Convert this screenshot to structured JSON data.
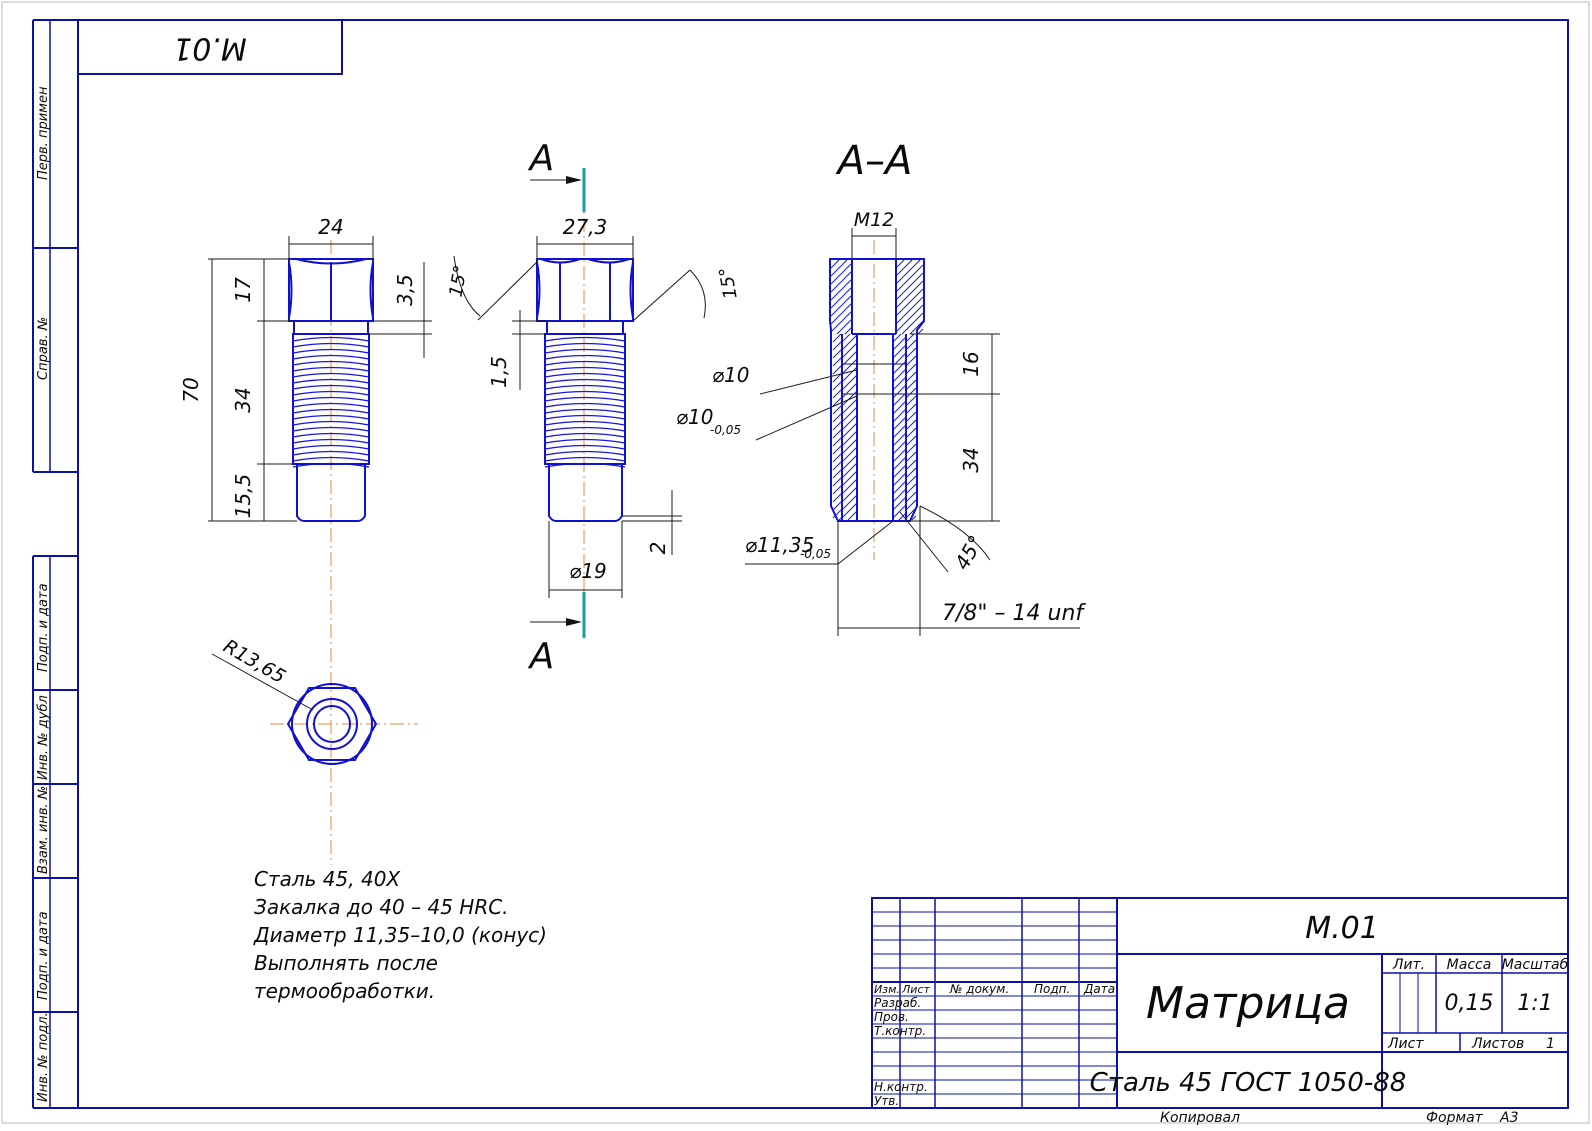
{
  "colors": {
    "frame": "#0a10a8",
    "part": "#1010d0",
    "axis": "#e08a3c",
    "section_mark": "#16a0a0",
    "text": "#0a0a0a"
  },
  "top_stamp": "M.01",
  "left_margin": {
    "perv_primen": "Перв. примен",
    "sprav_no": "Справ. №",
    "podp_data_1": "Подп. и дата",
    "inv_dubl": "Инв. № дубл",
    "vzam_inv": "Взам. инв. №",
    "podp_data_2": "Подп. и дата",
    "inv_podl": "Инв. № подл."
  },
  "views": {
    "section_letter": "A",
    "section_title": "А–А",
    "front": {
      "width": "24",
      "total_length": "70",
      "head": "17",
      "chamfer": "3,5",
      "thread": "34",
      "shank": "15,5"
    },
    "side": {
      "width": "27,3",
      "angle_left": "15°",
      "angle_right": "15°",
      "gap": "1,5",
      "chamfer": "2",
      "dia": "⌀19"
    },
    "section": {
      "thread_top": "M12",
      "bore_a": "⌀10",
      "bore_b": "⌀10",
      "bore_b_tol": "-0,05",
      "len_a": "16",
      "len_b": "34",
      "angle": "45°",
      "outer": "⌀11,35",
      "outer_tol": "-0,05",
      "thread_spec": "7/8\" – 14 unf"
    },
    "end": {
      "radius": "R13,65"
    }
  },
  "notes": [
    "Сталь 45, 40Х",
    "Закалка до 40 – 45 HRC.",
    "Диаметр 11,35–10,0 (конус)",
    "Выполнять после",
    "термообработки."
  ],
  "title_block": {
    "designation": "M.01",
    "name": "Матрица",
    "material": "Сталь 45  ГОСТ 1050-88",
    "lit_label": "Лит.",
    "mass_label": "Масса",
    "scale_label": "Масштаб",
    "mass": "0,15",
    "scale": "1:1",
    "sheet_label": "Лист",
    "sheets_label": "Листов",
    "sheets": "1",
    "columns": {
      "izm": "Изм.",
      "list": "Лист",
      "doc": "№ докум.",
      "podp": "Подп.",
      "data": "Дата"
    },
    "roles": [
      "Разраб.",
      "Пров.",
      "Т.контр.",
      "Н.контр.",
      "Утв."
    ],
    "copied": "Копировал",
    "format_label": "Формат",
    "format": "А3"
  }
}
